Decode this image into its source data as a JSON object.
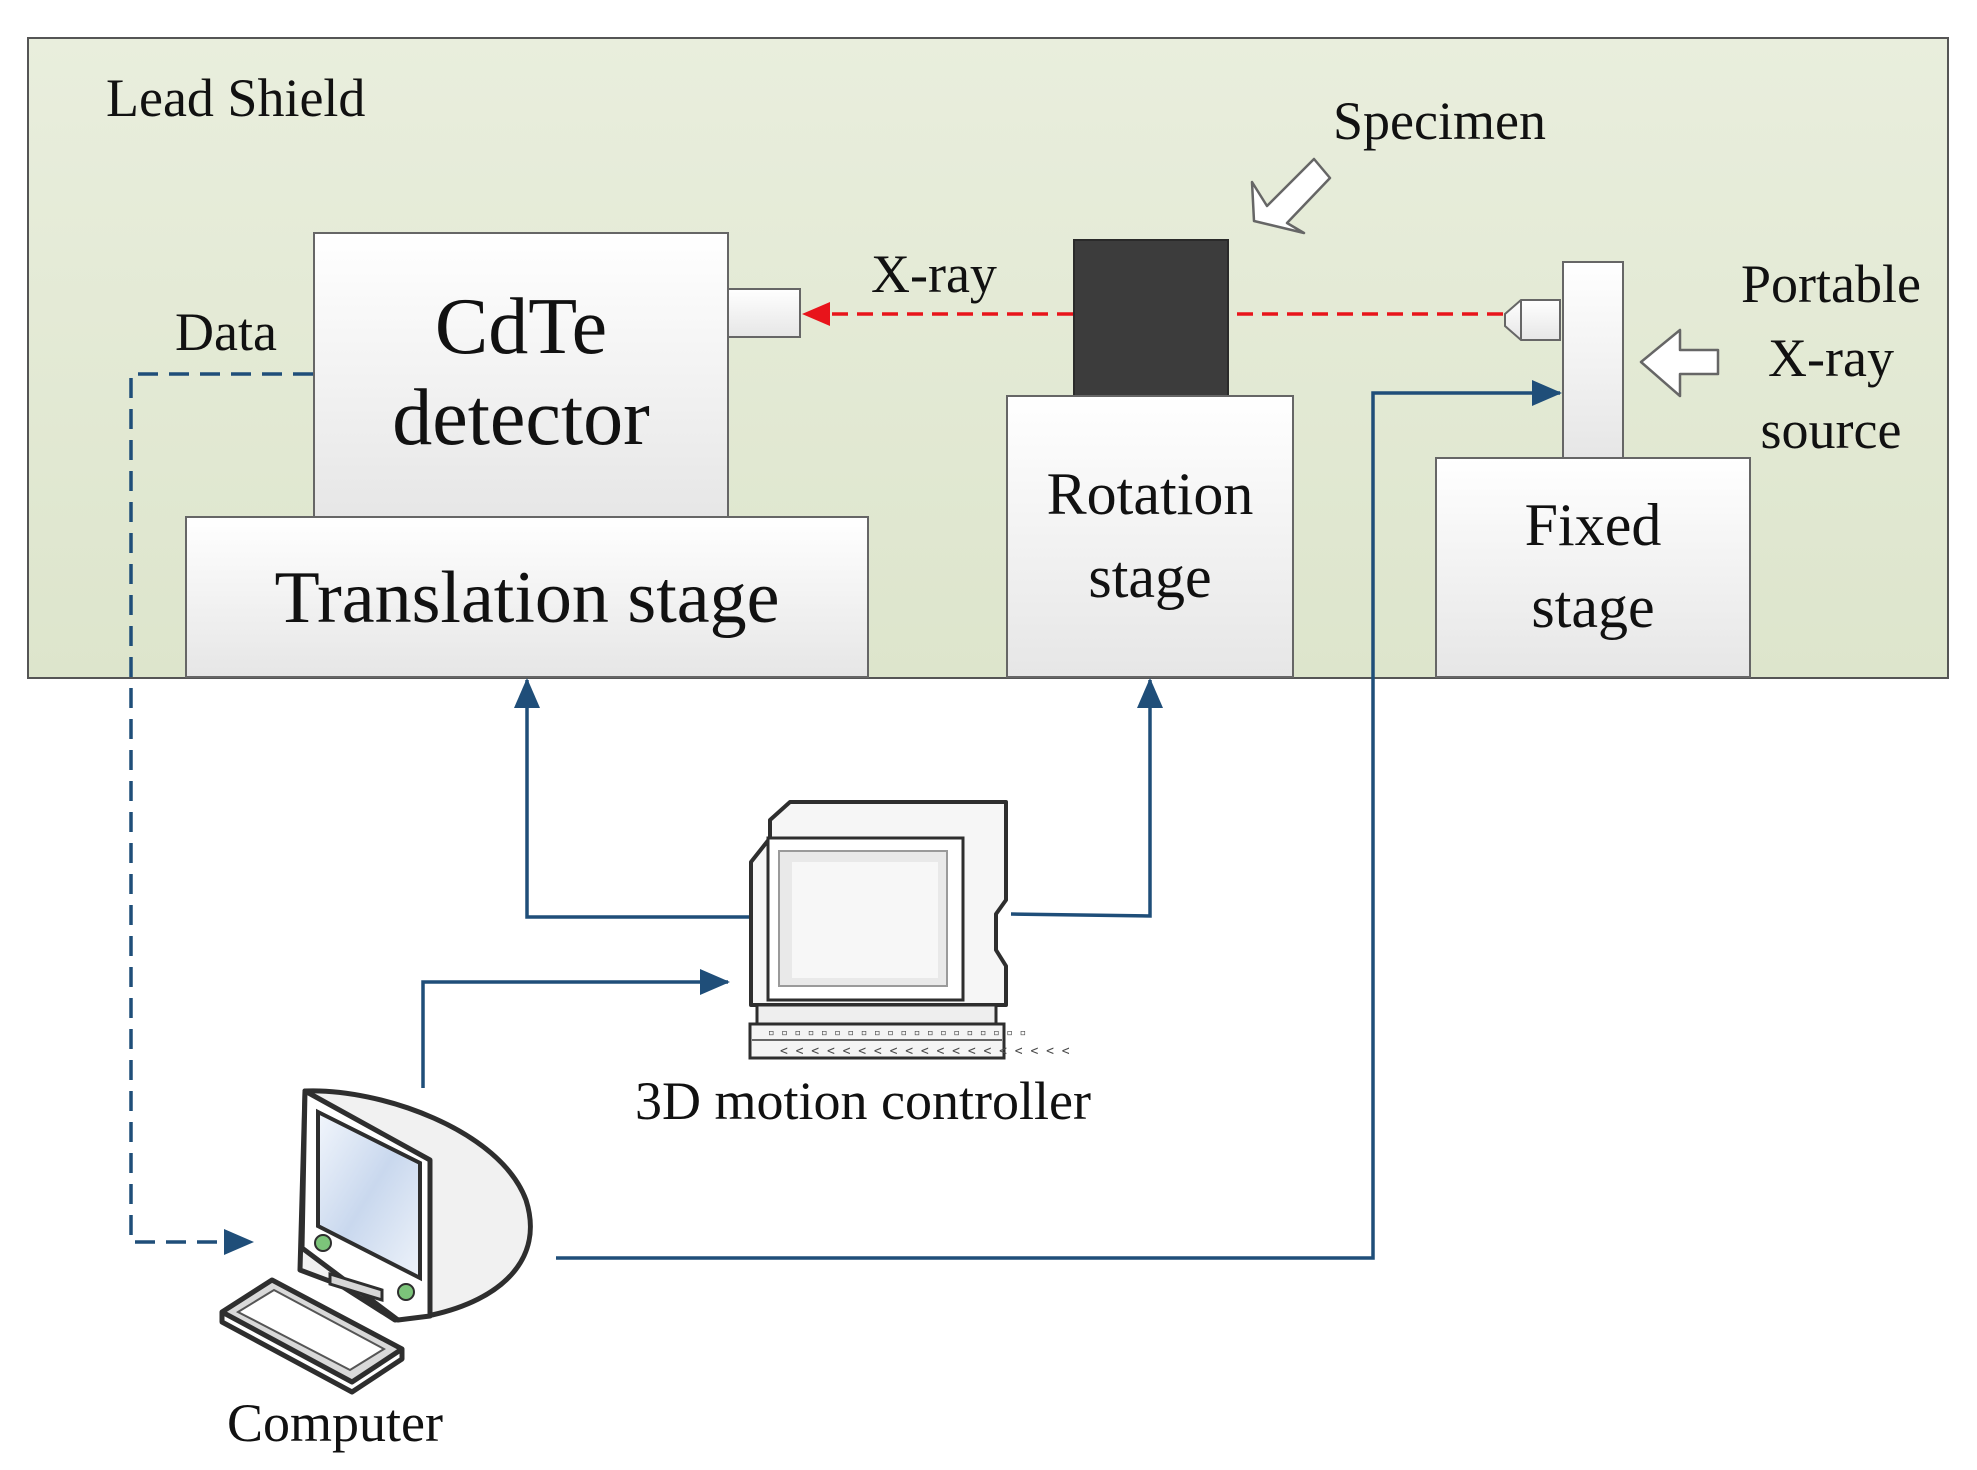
{
  "labels": {
    "lead_shield": "Lead Shield",
    "specimen": "Specimen",
    "xray": "X-ray",
    "data": "Data",
    "detector_line1": "CdTe",
    "detector_line2": "detector",
    "translation_stage": "Translation stage",
    "rotation_line1": "Rotation",
    "rotation_line2": "stage",
    "fixed_line1": "Fixed",
    "fixed_line2": "stage",
    "source_line1": "Portable",
    "source_line2": "X-ray",
    "source_line3": "source",
    "controller": "3D motion controller",
    "computer": "Computer"
  },
  "colors": {
    "shield_fill": "#e4ead6",
    "connector": "#1f4e79",
    "xray_beam": "#e8141b",
    "specimen": "#3c3c3c",
    "outline": "#555555"
  },
  "icons": [
    "open-arrow-icon",
    "computer-icon",
    "monitor-icon",
    "keyboard-icon"
  ]
}
